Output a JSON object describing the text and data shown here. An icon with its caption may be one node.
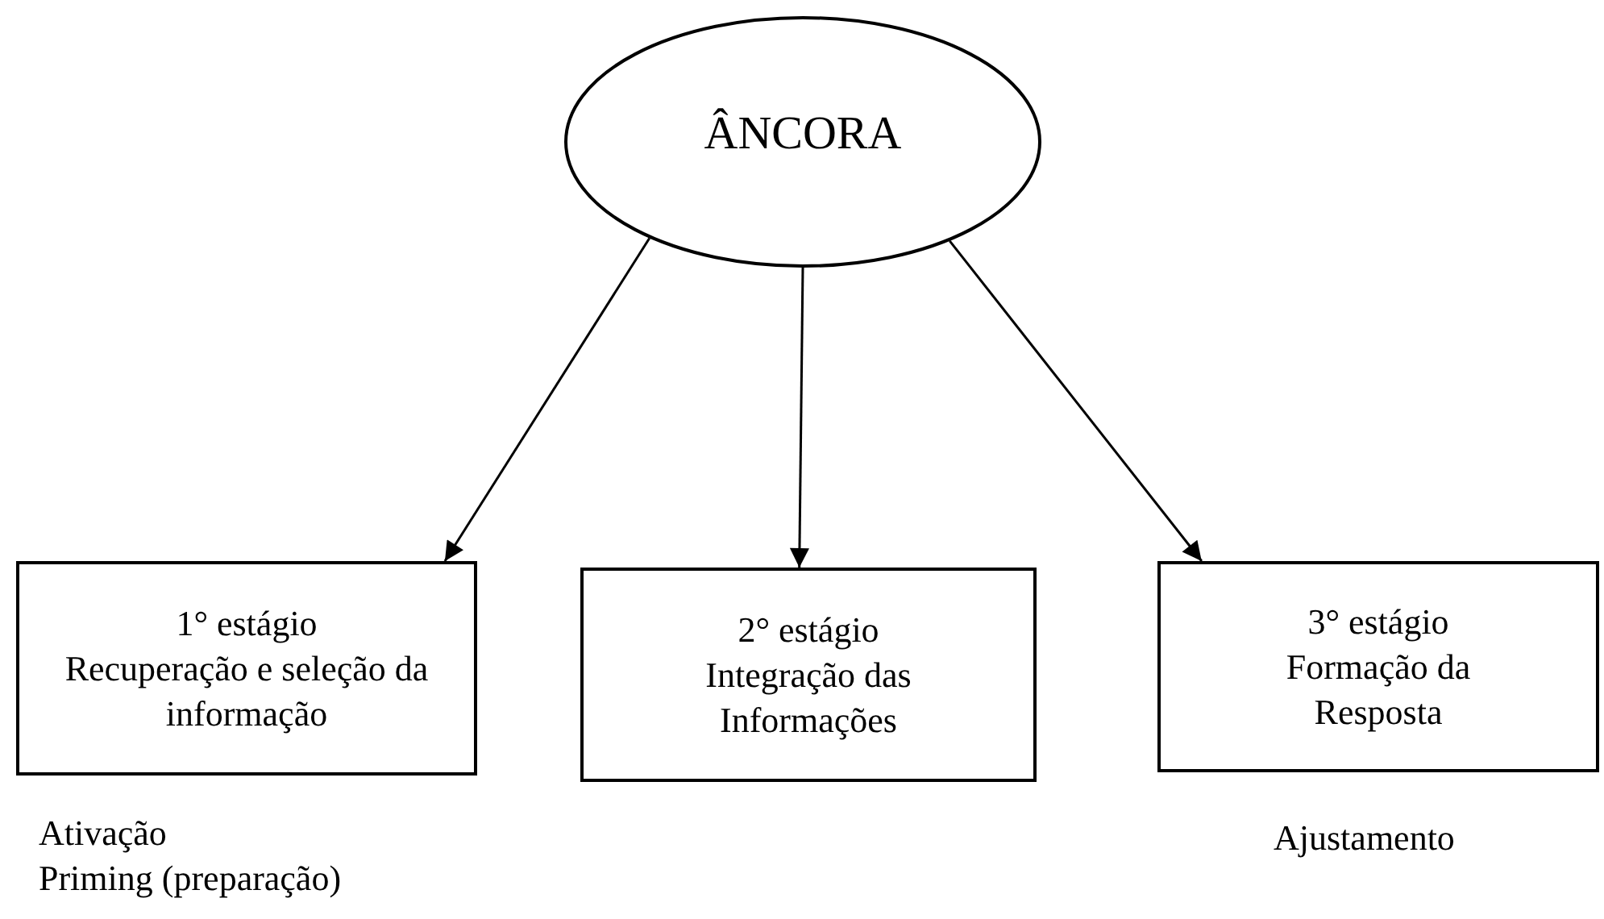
{
  "diagram": {
    "nodes": [
      {
        "text": [
          "ÂNCORA"
        ]
      },
      {
        "text": [
          "1° estágio",
          "Recuperação e seleção da informação"
        ],
        "beside": [
          "Ativação",
          "Priming (preparação)"
        ]
      },
      {
        "text": [
          "2° estágio",
          "Integração das Informações"
        ]
      },
      {
        "text": [
          "3° estágio",
          "Formação da Resposta"
        ],
        "beside": [
          "Ajustamento"
        ]
      }
    ],
    "edges": [
      {
        "from": 0,
        "to": 1,
        "arrow": "to"
      },
      {
        "from": 0,
        "to": 2,
        "arrow": "to"
      },
      {
        "from": 0,
        "to": 3,
        "arrow": "to"
      }
    ]
  }
}
